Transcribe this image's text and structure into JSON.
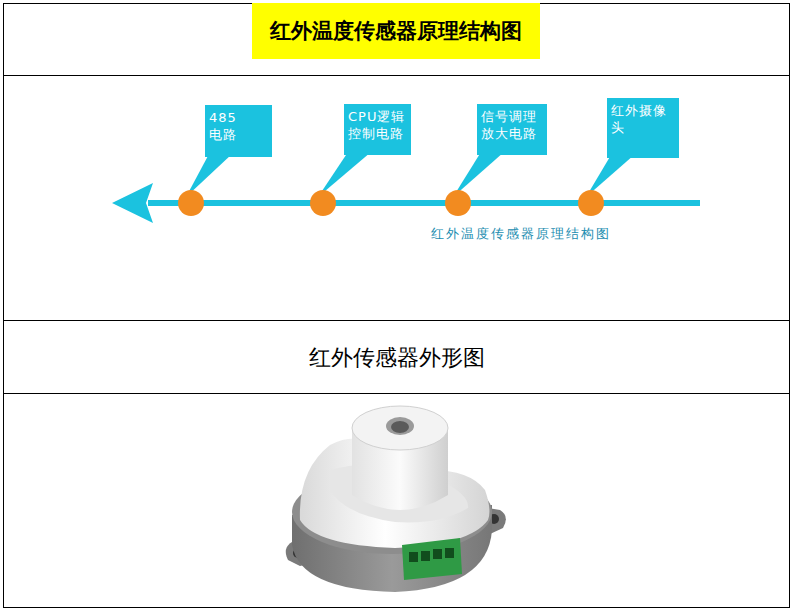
{
  "diagram": {
    "title": "红外温度传感器原理结构图",
    "nodes": [
      {
        "text": [
          "485 电路"
        ]
      },
      {
        "text": [
          "CPU逻辑控制电路"
        ]
      },
      {
        "text": [
          "信号调理放大电路"
        ]
      },
      {
        "text": [
          "红外摄像头"
        ]
      }
    ],
    "labels": [
      "红外温度传感器原理结构图",
      "红外传感器外形图"
    ]
  }
}
